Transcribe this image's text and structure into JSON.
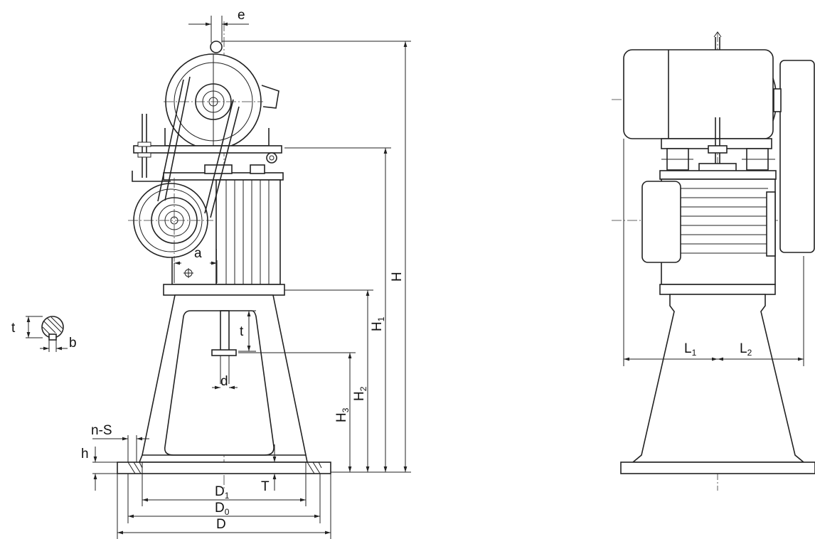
{
  "labels": {
    "e": "e",
    "a": "a",
    "H": "H",
    "H1": "H",
    "H1_sub": "1",
    "H2": "H",
    "H2_sub": "2",
    "H3": "H",
    "H3_sub": "3",
    "t_shaft": "t",
    "t_key": "t",
    "b": "b",
    "d": "d",
    "nS": "n-S",
    "h": "h",
    "T": "T",
    "D1": "D",
    "D1_sub": "1",
    "D0": "D",
    "D0_sub": "0",
    "D": "D",
    "L1": "L",
    "L1_sub": "1",
    "L2": "L",
    "L2_sub": "2"
  }
}
